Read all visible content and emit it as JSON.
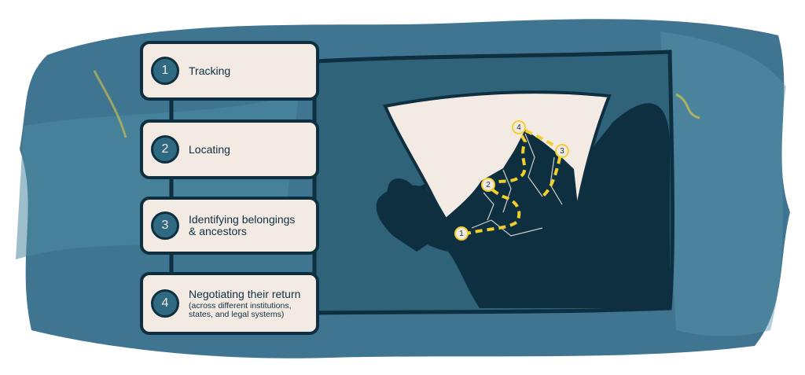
{
  "steps": [
    {
      "number": "1",
      "label": "Tracking"
    },
    {
      "number": "2",
      "label": "Locating"
    },
    {
      "number": "3",
      "label": "Identifying belongings",
      "label_line2": "& ancestors"
    },
    {
      "number": "4",
      "label": "Negotiating their return",
      "note_line1": "(across different institutions,",
      "note_line2": "states, and legal systems)"
    }
  ],
  "map_markers": [
    "1",
    "2",
    "3",
    "4"
  ],
  "colors": {
    "background_paint": "#3a6e84",
    "panel": "#2e6379",
    "ink": "#0e2f40",
    "card": "#f3ebe3",
    "path": "#f3cf2e"
  }
}
